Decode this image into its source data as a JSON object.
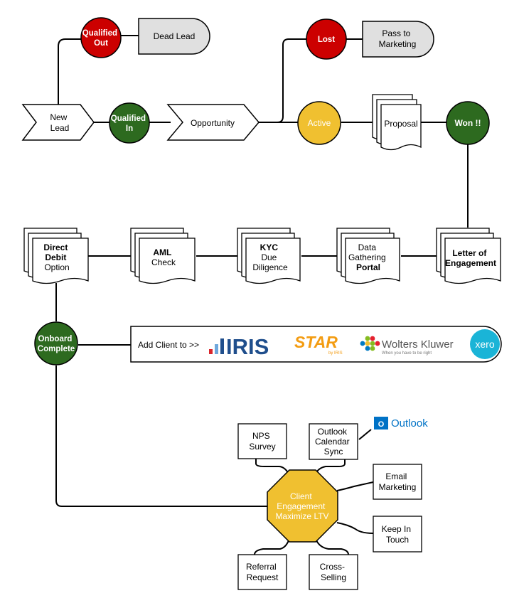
{
  "nodes": {
    "new_lead": [
      "New",
      "Lead"
    ],
    "qualified_in": [
      "Qualified",
      "In"
    ],
    "qualified_out": [
      "Qualified",
      "Out"
    ],
    "dead_lead": [
      "Dead Lead"
    ],
    "opportunity": [
      "Opportunity"
    ],
    "lost": [
      "Lost"
    ],
    "pass_to_marketing": [
      "Pass to",
      "Marketing"
    ],
    "active": [
      "Active"
    ],
    "proposal": [
      "Proposal"
    ],
    "won": [
      "Won !!"
    ],
    "letter_of_engagement": [
      "Letter of",
      "Engagement"
    ],
    "data_gathering": [
      "Data",
      "Gathering",
      "Portal"
    ],
    "kyc": [
      "KYC",
      "Due",
      "Diligence"
    ],
    "aml": [
      "AML",
      "Check"
    ],
    "direct_debit": [
      "Direct",
      "Debit",
      "Option"
    ],
    "onboard_complete": [
      "Onboard",
      "Complete"
    ],
    "add_client": [
      "Add Client to >>"
    ],
    "client_engagement": [
      "Client",
      "Engagement",
      "Maximize LTV"
    ],
    "nps_survey": [
      "NPS",
      "Survey"
    ],
    "outlook_sync": [
      "Outlook",
      "Calendar",
      "Sync"
    ],
    "email_marketing": [
      "Email",
      "Marketing"
    ],
    "keep_in_touch": [
      "Keep In",
      "Touch"
    ],
    "referral_request": [
      "Referral",
      "Request"
    ],
    "cross_selling": [
      "Cross-",
      "Selling"
    ]
  },
  "logos": {
    "iris": "IRIS",
    "star": "STAR",
    "star_sub": "by IRIS",
    "wolters": "Wolters Kluwer",
    "wolters_tag": "When you have to be right",
    "xero": "xero",
    "outlook": "Outlook",
    "outlook_badge": "O"
  },
  "colors": {
    "red": "#cc0000",
    "green": "#2d6a1f",
    "yellow": "#f0c030",
    "grey": "#e0e0e0",
    "line": "#000000",
    "iris_blue": "#1f4e8c",
    "star_orange": "#f39c12",
    "xero_blue": "#1ab4d7",
    "outlook_blue": "#0072c6"
  }
}
